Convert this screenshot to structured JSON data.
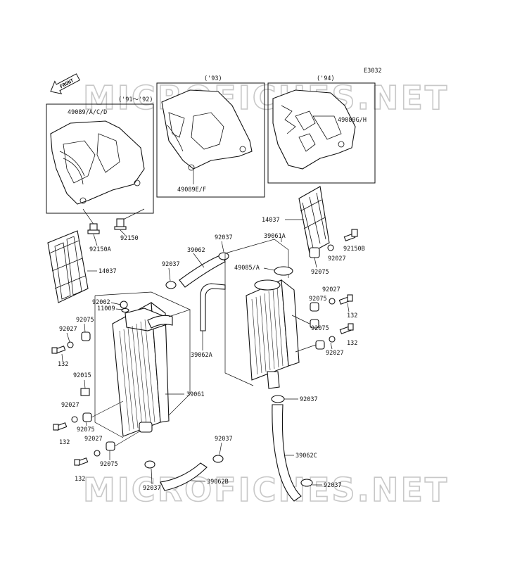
{
  "diagram_code": "E3032",
  "front_label": "FRONT",
  "watermark": "MICROFICHES.NET",
  "year_labels": {
    "y91_92": "('91～'92)",
    "y93": "('93)",
    "y94": "('94)"
  },
  "parts": {
    "p49089acd": "49089/A/C/D",
    "p49089ef": "49089E/F",
    "p49089gh": "49089G/H",
    "p14037_left": "14037",
    "p14037_right": "14037",
    "p92150a": "92150A",
    "p92150": "92150",
    "p92150b": "92150B",
    "p92037_a": "92037",
    "p92037_b": "92037",
    "p92037_c": "92037",
    "p92037_d": "92037",
    "p92037_e": "92037",
    "p92037_f": "92037",
    "p39062": "39062",
    "p39062a": "39062A",
    "p39062b": "39062B",
    "p39062c": "39062C",
    "p39061": "39061",
    "p39061a": "39061A",
    "p49085a": "49085/A",
    "p92075_a": "92075",
    "p92075_b": "92075",
    "p92075_c": "92075",
    "p92075_d": "92075",
    "p92075_e": "92075",
    "p92075_f": "92075",
    "p92027_a": "92027",
    "p92027_b": "92027",
    "p92027_c": "92027",
    "p92027_d": "92027",
    "p92027_e": "92027",
    "p92027_f": "92027",
    "p92002": "92002",
    "p11009": "11009",
    "p132_a": "132",
    "p132_b": "132",
    "p132_c": "132",
    "p132_d": "132",
    "p132_e": "132",
    "p92015": "92015"
  }
}
